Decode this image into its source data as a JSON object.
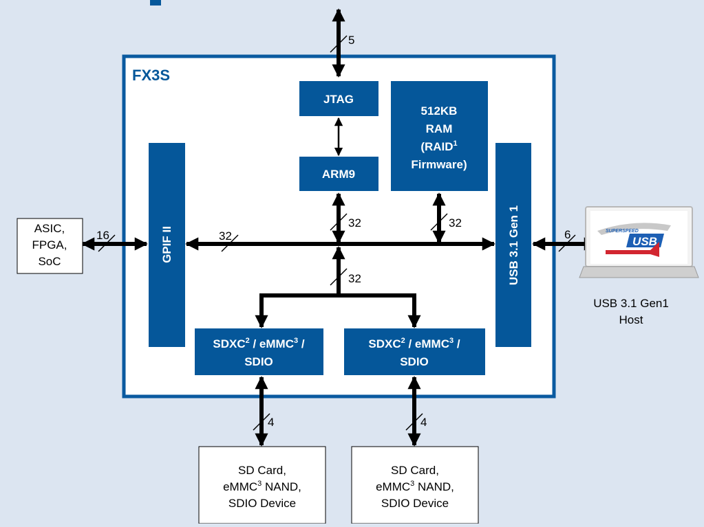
{
  "chip": {
    "name": "FX3S"
  },
  "colors": {
    "background": "#dce5f1",
    "block": "#05579a",
    "chip_border": "#0a5aa0",
    "bus": "#000000"
  },
  "blocks": {
    "jtag": {
      "lines": [
        "JTAG"
      ]
    },
    "arm9": {
      "lines": [
        "ARM9"
      ]
    },
    "ram": {
      "lines": [
        "512KB",
        "RAM",
        "(RAID",
        "1",
        "Firmware)"
      ]
    },
    "gpif": {
      "label": "GPIF II"
    },
    "usb": {
      "label": "USB 3.1 Gen 1"
    },
    "sdio_left": {
      "line1_a": "SDXC",
      "sup1": "2",
      "line1_b": " / eMMC",
      "sup2": "3",
      "line1_c": " /",
      "line2": "SDIO"
    },
    "sdio_right": {
      "line1_a": "SDXC",
      "sup1": "2",
      "line1_b": " / eMMC",
      "sup2": "3",
      "line1_c": " /",
      "line2": "SDIO"
    }
  },
  "external": {
    "asic": {
      "lines": [
        "ASIC,",
        "FPGA,",
        "SoC"
      ]
    },
    "host": {
      "lines": [
        "USB 3.1 Gen1",
        "Host"
      ],
      "logo_top": "SUPERSPEED",
      "logo_main": "USB"
    },
    "sd_left": {
      "line1": "SD Card,",
      "line2_a": "eMMC",
      "sup": "3",
      "line2_b": " NAND,",
      "line3": "SDIO Device"
    },
    "sd_right": {
      "line1": "SD Card,",
      "line2_a": "eMMC",
      "sup": "3",
      "line2_b": " NAND,",
      "line3": "SDIO Device"
    }
  },
  "bus_widths": {
    "jtag_top": "5",
    "asic_gpif": "16",
    "main_bus": "32",
    "arm_bus": "32",
    "ram_bus": "32",
    "sd_bus": "32",
    "usb_host": "6",
    "sd_left_card": "4",
    "sd_right_card": "4"
  }
}
